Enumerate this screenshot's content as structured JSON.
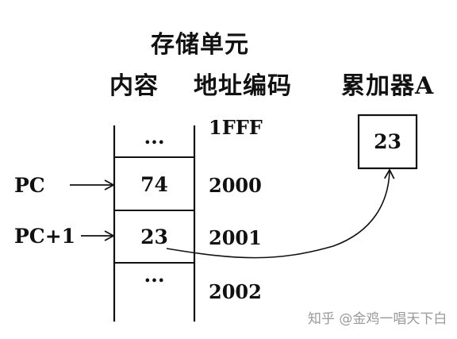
{
  "headers": {
    "storage_unit": "存储单元",
    "content": "内容",
    "address_code": "地址编码",
    "accumulator": "累加器A"
  },
  "memory_cells": [
    {
      "content": "...",
      "address": "1FFF"
    },
    {
      "content": "74",
      "address": "2000"
    },
    {
      "content": "23",
      "address": "2001"
    },
    {
      "content": "...",
      "address": "2002"
    }
  ],
  "pointers": {
    "pc": "PC",
    "pc_plus_1": "PC+1"
  },
  "accumulator": {
    "value": "23"
  },
  "watermark": "知乎 @金鸡一唱天下白"
}
